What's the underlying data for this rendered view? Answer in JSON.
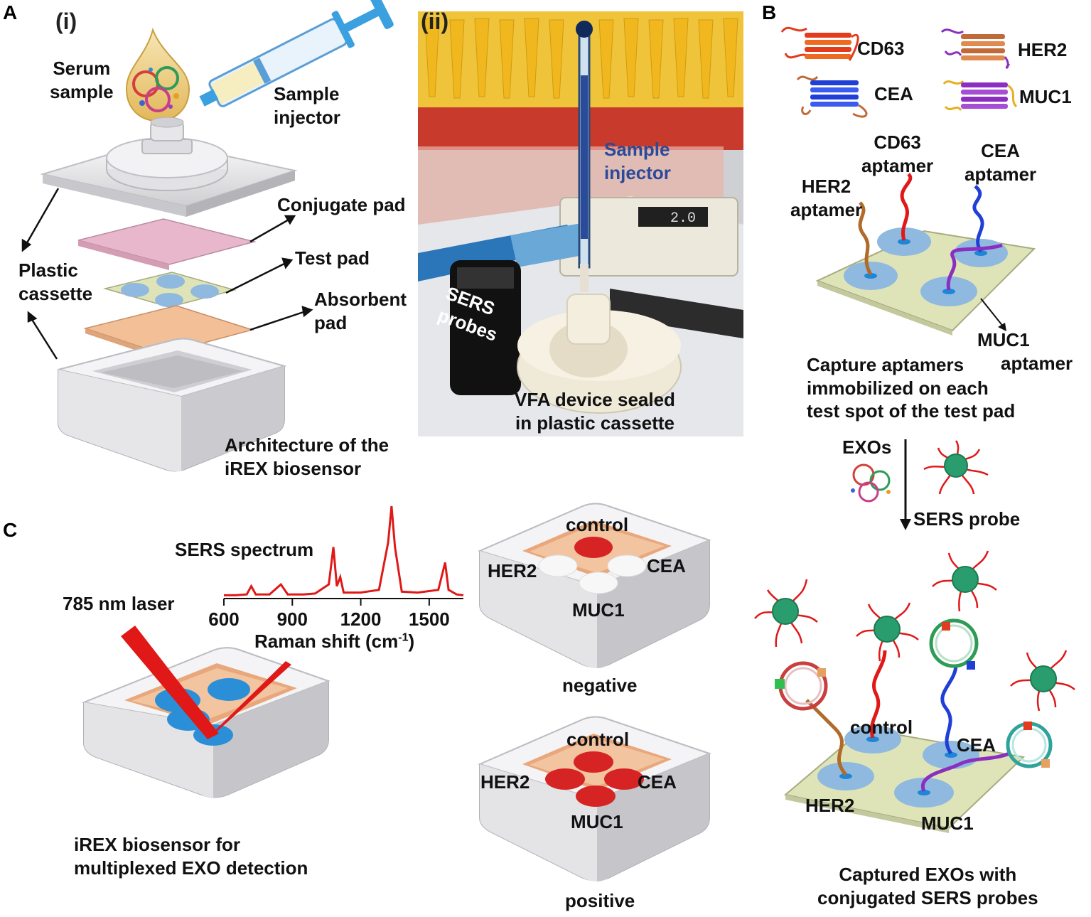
{
  "panels": {
    "A": "A",
    "B": "B",
    "C": "C",
    "i": "(i)",
    "ii": "(ii)"
  },
  "panelA": {
    "serum_line1": "Serum",
    "serum_line2": "sample",
    "injector_line1": "Sample",
    "injector_line2": "injector",
    "conjugate_pad": "Conjugate pad",
    "test_pad": "Test pad",
    "absorbent_line1": "Absorbent",
    "absorbent_line2": "pad",
    "cassette_line1": "Plastic",
    "cassette_line2": "cassette",
    "arch_line1": "Architecture of the",
    "arch_line2": "iREX biosensor"
  },
  "photo": {
    "injector_line1": "Sample",
    "injector_line2": "injector",
    "probes_line1": "SERS",
    "probes_line2": "probes",
    "vfa_line1": "VFA device sealed",
    "vfa_line2": "in plastic cassette",
    "display": "2.0"
  },
  "panelB": {
    "cd63": "CD63",
    "her2": "HER2",
    "cea": "CEA",
    "muc1": "MUC1",
    "cd63_apt1": "CD63",
    "cd63_apt2": "aptamer",
    "cea_apt1": "CEA",
    "cea_apt2": "aptamer",
    "her2_apt1": "HER2",
    "her2_apt2": "aptamer",
    "muc1_apt1": "MUC1",
    "muc1_apt2": "aptamer",
    "capture_line1": "Capture aptamers",
    "capture_line2": "immobilized on each",
    "capture_line3": "test spot of the test pad",
    "exos": "EXOs",
    "sers_probe": "SERS probe",
    "control": "control",
    "cea2": "CEA",
    "her2b": "HER2",
    "muc1b": "MUC1",
    "captured_line1": "Captured EXOs with",
    "captured_line2": "conjugated SERS probes"
  },
  "panelC": {
    "spectrum_title": "SERS spectrum",
    "laser": "785 nm laser",
    "xlabel_main": "Raman shift (cm",
    "xlabel_sup": "-1",
    "xlabel_close": ")",
    "ticks": [
      "600",
      "900",
      "1200",
      "1500"
    ],
    "device_line1": "iREX biosensor for",
    "device_line2": "multiplexed EXO detection",
    "negative": "negative",
    "positive": "positive",
    "neg_control": "control",
    "neg_her2": "HER2",
    "neg_cea": "CEA",
    "neg_muc1": "MUC1",
    "pos_control": "control",
    "pos_her2": "HER2",
    "pos_cea": "CEA",
    "pos_muc1": "MUC1"
  },
  "colors": {
    "cd63": "#e23b1e",
    "her2": "#c06a3a",
    "cea": "#1f3fd6",
    "muc1": "#8a2fc0",
    "spot_blue": "#8fb9de",
    "spot_red": "#d62424",
    "pad_green": "#dfe4b8",
    "pad_pink": "#e9b7cc",
    "pad_peach": "#f3bf97",
    "probe_green": "#2a9d6e",
    "spectrum": "#e01818"
  },
  "chart_data": {
    "type": "line",
    "x": [
      600,
      650,
      700,
      720,
      740,
      800,
      850,
      880,
      950,
      1000,
      1060,
      1080,
      1095,
      1110,
      1125,
      1200,
      1280,
      1320,
      1335,
      1350,
      1380,
      1450,
      1540,
      1570,
      1585,
      1620,
      1650
    ],
    "y": [
      2,
      2,
      3,
      12,
      3,
      3,
      14,
      3,
      3,
      4,
      14,
      55,
      12,
      22,
      5,
      5,
      8,
      60,
      100,
      55,
      6,
      5,
      8,
      38,
      8,
      3,
      2
    ],
    "xlim": [
      600,
      1650
    ],
    "xticks": [
      600,
      900,
      1200,
      1500
    ],
    "title": "SERS spectrum",
    "xlabel": "Raman shift (cm-1)",
    "ylabel": ""
  }
}
